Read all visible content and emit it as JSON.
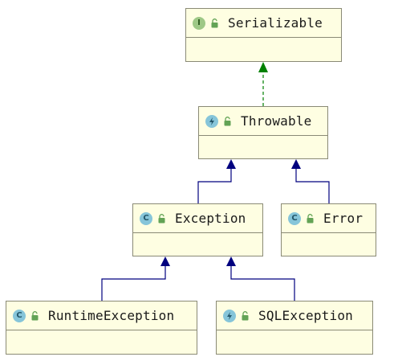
{
  "diagram": {
    "nodes": {
      "serializable": {
        "label": "Serializable",
        "kind": "interface",
        "kind_icon": "interface-icon",
        "badge_letter": "I"
      },
      "throwable": {
        "label": "Throwable",
        "kind": "abstract-class",
        "kind_icon": "abstract-class-icon",
        "badge_letter": ""
      },
      "exception": {
        "label": "Exception",
        "kind": "class",
        "kind_icon": "class-icon",
        "badge_letter": "C"
      },
      "error": {
        "label": "Error",
        "kind": "class",
        "kind_icon": "class-icon",
        "badge_letter": "C"
      },
      "runtime_exception": {
        "label": "RuntimeException",
        "kind": "class",
        "kind_icon": "class-icon",
        "badge_letter": "C"
      },
      "sql_exception": {
        "label": "SQLException",
        "kind": "abstract-class",
        "kind_icon": "abstract-class-icon",
        "badge_letter": ""
      }
    },
    "edges": [
      {
        "from": "Throwable",
        "to": "Serializable",
        "type": "implements"
      },
      {
        "from": "Exception",
        "to": "Throwable",
        "type": "extends"
      },
      {
        "from": "Error",
        "to": "Throwable",
        "type": "extends"
      },
      {
        "from": "RuntimeException",
        "to": "Exception",
        "type": "extends"
      },
      {
        "from": "SQLException",
        "to": "Exception",
        "type": "extends"
      }
    ],
    "colors": {
      "box_fill": "#fefee2",
      "box_border": "#8a8a76",
      "extends_line": "#00007f",
      "implements_line": "#008000",
      "interface_badge": "#9ec886",
      "class_badge": "#86c5d9",
      "public_lock": "#63a355"
    }
  }
}
